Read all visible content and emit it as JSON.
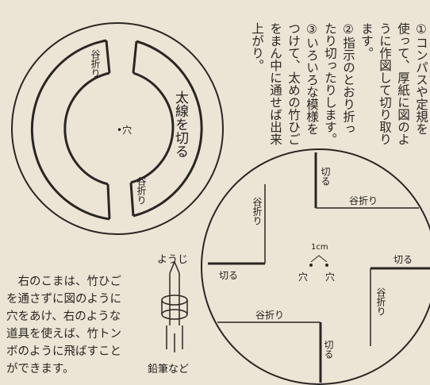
{
  "instructions": {
    "step1_a": "①コンパスや定規を",
    "step1_b": "使って、厚紙に図のよ",
    "step1_c": "うに作図して切り取り",
    "step1_d": "ます。",
    "step2_a": "②指示のとおり折っ",
    "step2_b": "たり切ったりします。",
    "step3_a": "③いろいろな模様を",
    "step3_b": "つけて、太めの竹ひご",
    "step3_c": "をまん中に通せば出来",
    "step3_d": "上がり。"
  },
  "left_diagram": {
    "center_hole": "•穴",
    "cut_label": "太線を切る",
    "fold_top": "谷折り",
    "fold_bottom": "谷折り"
  },
  "right_diagram": {
    "cut_top": "切る",
    "fold_top": "谷折り",
    "fold_left": "谷折り",
    "cut_left": "切る",
    "cut_right": "切る",
    "fold_right": "谷折り",
    "fold_bottom": "谷折り",
    "cut_bottom": "切る",
    "measure": "1cm",
    "hole_left": "穴",
    "hole_right": "穴"
  },
  "note": {
    "line1": "　右のこまは、竹ひご",
    "line2": "を通さずに図のように",
    "line3": "穴をあけ、右のような",
    "line4": "道具を使えば、竹トン",
    "line5": "ボのように飛ばすこと",
    "line6": "ができます。"
  },
  "tool": {
    "toothpick": "ようじ",
    "pencil": "鉛筆など"
  }
}
